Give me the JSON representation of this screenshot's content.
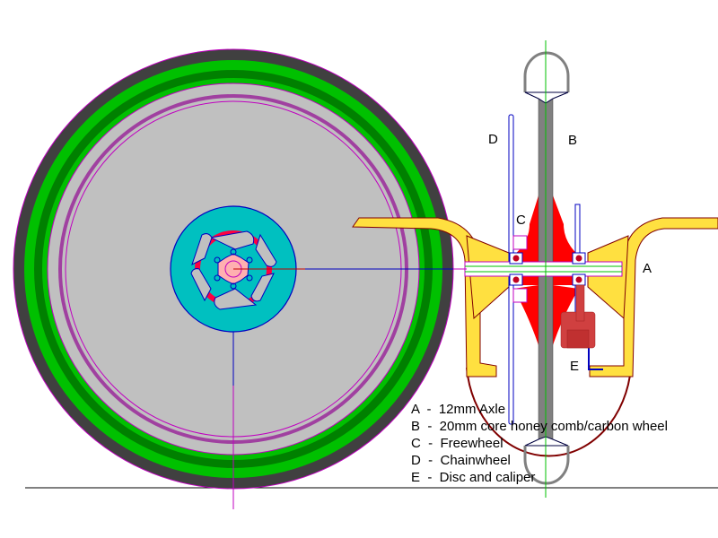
{
  "labels": {
    "A": "A",
    "B": "B",
    "C": "C",
    "D": "D",
    "E": "E"
  },
  "legend": [
    "A  -  12mm Axle",
    "B  -  20mm core honey comb/carbon wheel",
    "C  -  Freewheel",
    "D  -  Chainwheel",
    "E  -  Disc and caliper"
  ],
  "colors": {
    "tyre": "#404040",
    "green": "#00c000",
    "dark_green": "#008000",
    "disc": "#c0c0c0",
    "hub": "#00c0c0",
    "frame": "#ffe040",
    "hub_red": "#ff0000",
    "caliper": "#d04040",
    "core": "#808080"
  }
}
